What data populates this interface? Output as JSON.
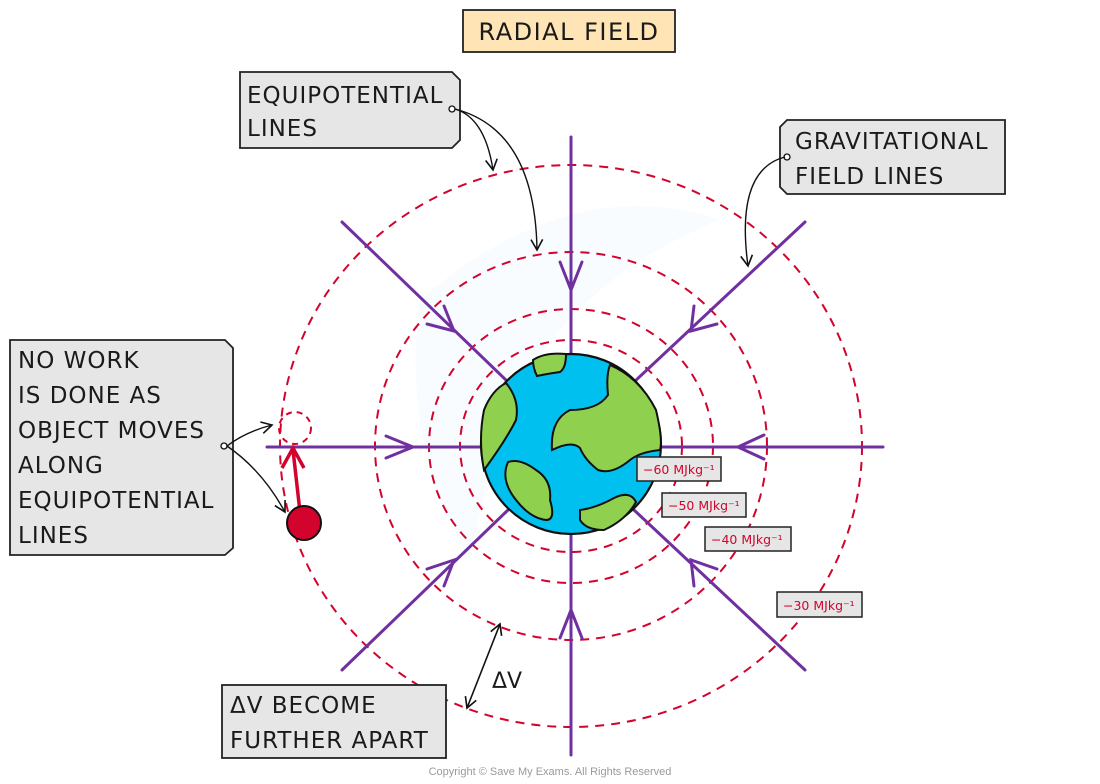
{
  "title": "RADIAL FIELD",
  "labels": {
    "equipotential": [
      "EQUIPOTENTIAL",
      "LINES"
    ],
    "field_lines": [
      "GRAVITATIONAL",
      "FIELD  LINES"
    ],
    "no_work": [
      "NO  WORK",
      "IS DONE AS",
      "OBJECT MOVES",
      "ALONG",
      "EQUIPOTENTIAL",
      "LINES"
    ],
    "delta_v_note": [
      "ΔV  BECOME",
      "FURTHER  APART"
    ],
    "delta_v": "ΔV"
  },
  "potentials": [
    {
      "value": "−60 MJkg⁻¹"
    },
    {
      "value": "−50 MJkg⁻¹"
    },
    {
      "value": "−40 MJkg⁻¹"
    },
    {
      "value": "−30 MJkg⁻¹"
    }
  ],
  "copyright": "Copyright © Save My Exams. All Rights Reserved",
  "colors": {
    "field_line": "#7030a0",
    "equipotential": "#d2042d",
    "earth_ocean": "#00c0ef",
    "earth_land": "#8fd14f",
    "object": "#d2042d",
    "title_bg": "#ffe4b5",
    "tag_bg": "#e6e6e6"
  }
}
